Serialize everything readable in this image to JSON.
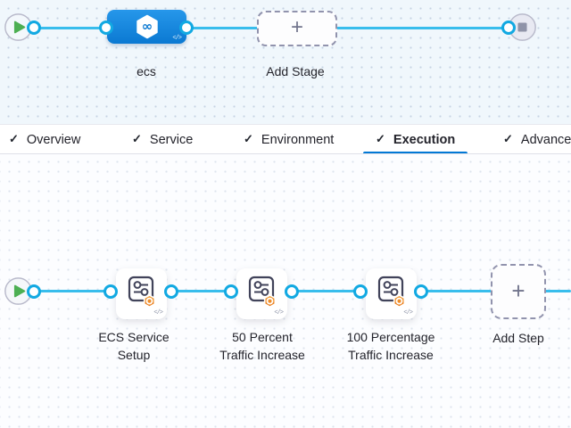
{
  "glyphs": {
    "check": "✓",
    "plus": "+",
    "code": "</>",
    "infinity": "∞"
  },
  "stage_canvas": {
    "stage_label": "ecs",
    "add_stage_label": "Add Stage"
  },
  "tabs": {
    "items": [
      {
        "label": "Overview",
        "checked": true
      },
      {
        "label": "Service",
        "checked": true
      },
      {
        "label": "Environment",
        "checked": true
      },
      {
        "label": "Execution",
        "checked": true,
        "active": true
      },
      {
        "label": "Advanced",
        "checked": true
      }
    ]
  },
  "execution_canvas": {
    "steps": [
      {
        "line1": "ECS Service",
        "line2": "Setup"
      },
      {
        "line1": "50 Percent",
        "line2": "Traffic Increase"
      },
      {
        "line1": "100 Percentage",
        "line2": "Traffic Increase"
      }
    ],
    "add_step_label": "Add Step"
  },
  "colors": {
    "connector": "#38bdec",
    "port_ring": "#12a9e2",
    "stage_blue": "#0b79d2",
    "tab_underline": "#0278d5",
    "badge_orange": "#ed7d18",
    "play_green": "#4daf53"
  }
}
